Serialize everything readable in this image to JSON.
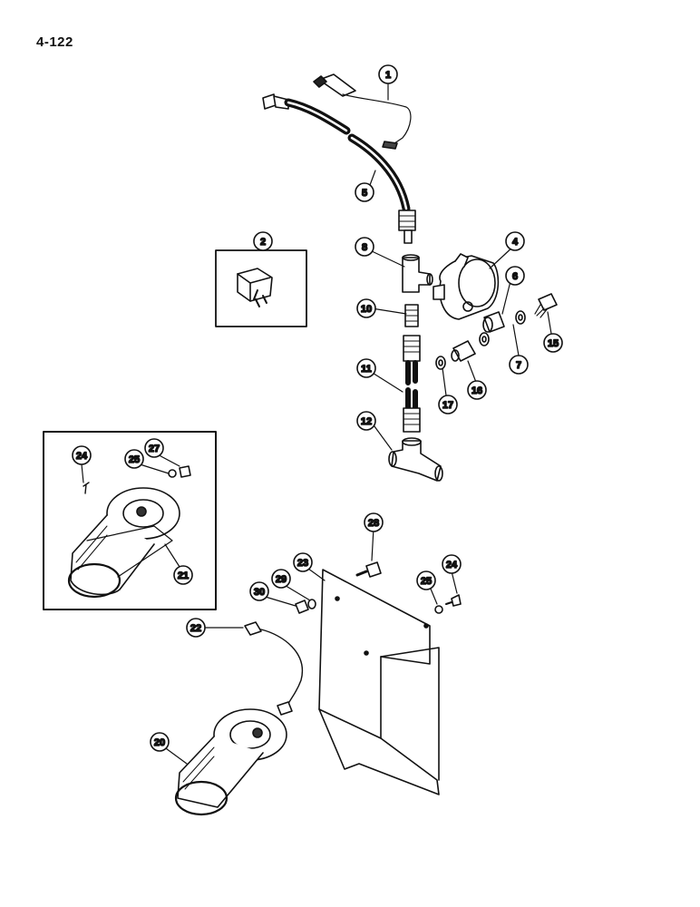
{
  "page_number": "4-122",
  "callouts": [
    {
      "id": "c1",
      "label": "1"
    },
    {
      "id": "c2",
      "label": "2"
    },
    {
      "id": "c4",
      "label": "4"
    },
    {
      "id": "c5",
      "label": "5"
    },
    {
      "id": "c6",
      "label": "6"
    },
    {
      "id": "c7",
      "label": "7"
    },
    {
      "id": "c8",
      "label": "8"
    },
    {
      "id": "c10",
      "label": "10"
    },
    {
      "id": "c11",
      "label": "11"
    },
    {
      "id": "c12",
      "label": "12"
    },
    {
      "id": "c15",
      "label": "15"
    },
    {
      "id": "c16",
      "label": "16"
    },
    {
      "id": "c17",
      "label": "17"
    },
    {
      "id": "c20",
      "label": "20"
    },
    {
      "id": "c21",
      "label": "21"
    },
    {
      "id": "c22",
      "label": "22"
    },
    {
      "id": "c23",
      "label": "23"
    },
    {
      "id": "c24a",
      "label": "24"
    },
    {
      "id": "c24b",
      "label": "24"
    },
    {
      "id": "c25a",
      "label": "25"
    },
    {
      "id": "c25b",
      "label": "25"
    },
    {
      "id": "c27",
      "label": "27"
    },
    {
      "id": "c28",
      "label": "28"
    },
    {
      "id": "c29",
      "label": "29"
    },
    {
      "id": "c30",
      "label": "30"
    }
  ]
}
